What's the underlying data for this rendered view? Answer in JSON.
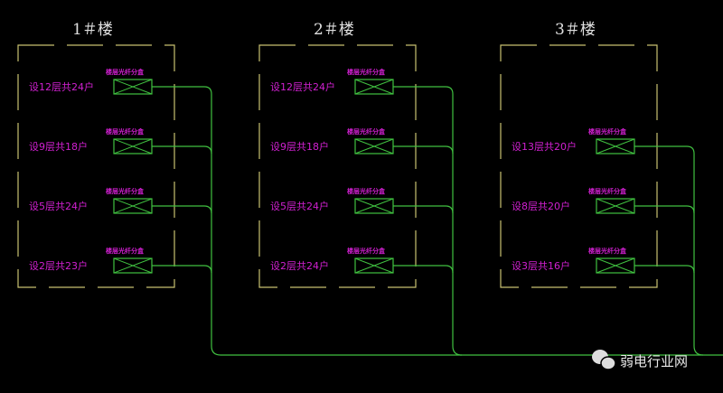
{
  "buildings": [
    {
      "title": "1＃楼",
      "box_label": "楼层光纤分盒",
      "floors": [
        "设12层共24户",
        "设9层共18户",
        "设5层共24户",
        "设2层共23户"
      ]
    },
    {
      "title": "2＃楼",
      "box_label": "楼层光纤分盒",
      "floors": [
        "设12层共24户",
        "设9层共18户",
        "设5层共24户",
        "设2层共24户"
      ]
    },
    {
      "title": "3＃楼",
      "box_label": "楼层光纤分盒",
      "floors": [
        "设13层共20户",
        "设8层共20户",
        "设3层共16户"
      ]
    }
  ],
  "watermark": "弱电行业网",
  "colors": {
    "frame": "#c8c070",
    "line": "#40c040",
    "text": "#d020d0",
    "background": "#000000"
  }
}
